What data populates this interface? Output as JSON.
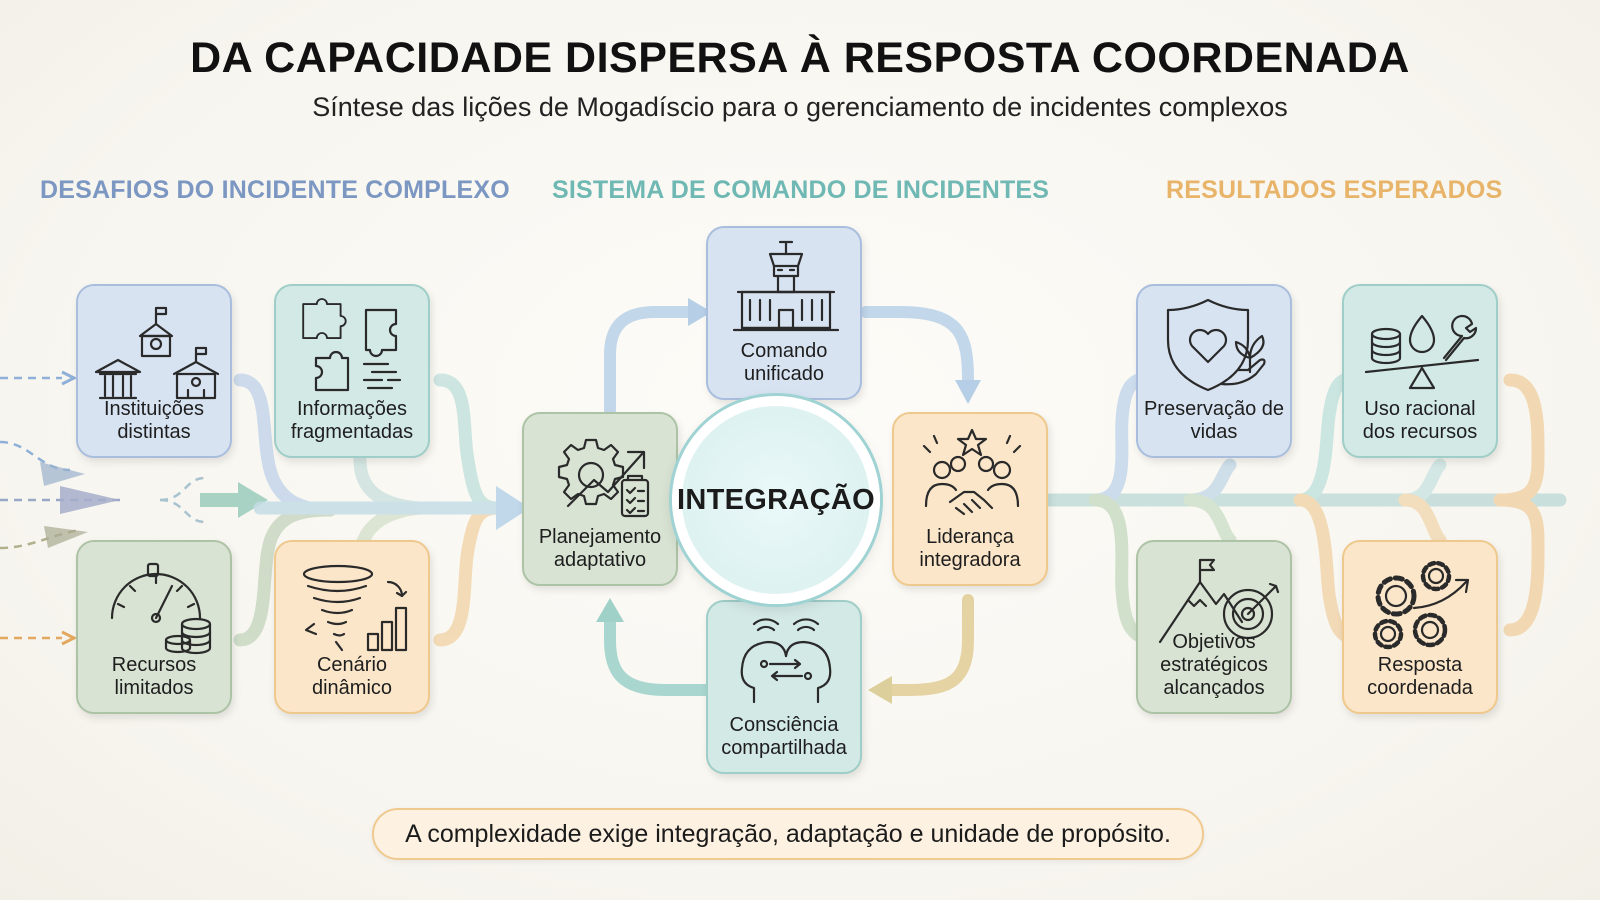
{
  "header": {
    "title": "DA CAPACIDADE DISPERSA À RESPOSTA COORDENADA",
    "subtitle": "Síntese das lições de Mogadíscio para o gerenciamento de incidentes complexos"
  },
  "sections": {
    "challenges": {
      "title": "DESAFIOS DO INCIDENTE COMPLEXO",
      "color": "#7b97c2"
    },
    "ics": {
      "title": "SISTEMA DE COMANDO DE INCIDENTES",
      "color": "#6fb8b3"
    },
    "results": {
      "title": "RESULTADOS ESPERADOS",
      "color": "#e8b46a"
    }
  },
  "challenges": [
    {
      "label": "Instituições distintas",
      "icon": "government-buildings-icon"
    },
    {
      "label": "Informações fragmentadas",
      "icon": "puzzle-pieces-icon"
    },
    {
      "label": "Recursos limitados",
      "icon": "gauge-coins-icon"
    },
    {
      "label": "Cenário dinâmico",
      "icon": "tornado-chart-icon"
    }
  ],
  "ics": {
    "hub": "INTEGRAÇÃO",
    "nodes": [
      {
        "label": "Comando unificado",
        "icon": "control-tower-icon"
      },
      {
        "label": "Liderança integradora",
        "icon": "handshake-team-icon"
      },
      {
        "label": "Consciência compartilhada",
        "icon": "shared-minds-icon"
      },
      {
        "label": "Planejamento adaptativo",
        "icon": "gear-growth-icon"
      }
    ]
  },
  "results": [
    {
      "label": "Preservação de vidas",
      "icon": "shield-heart-icon"
    },
    {
      "label": "Uso racional dos recursos",
      "icon": "balance-resources-icon"
    },
    {
      "label": "Objetivos estratégicos alcançados",
      "icon": "mountain-target-icon"
    },
    {
      "label": "Resposta coordenada",
      "icon": "gears-arrow-icon"
    }
  ],
  "footer": {
    "message": "A complexidade exige integração, adaptação e unidade de propósito."
  }
}
